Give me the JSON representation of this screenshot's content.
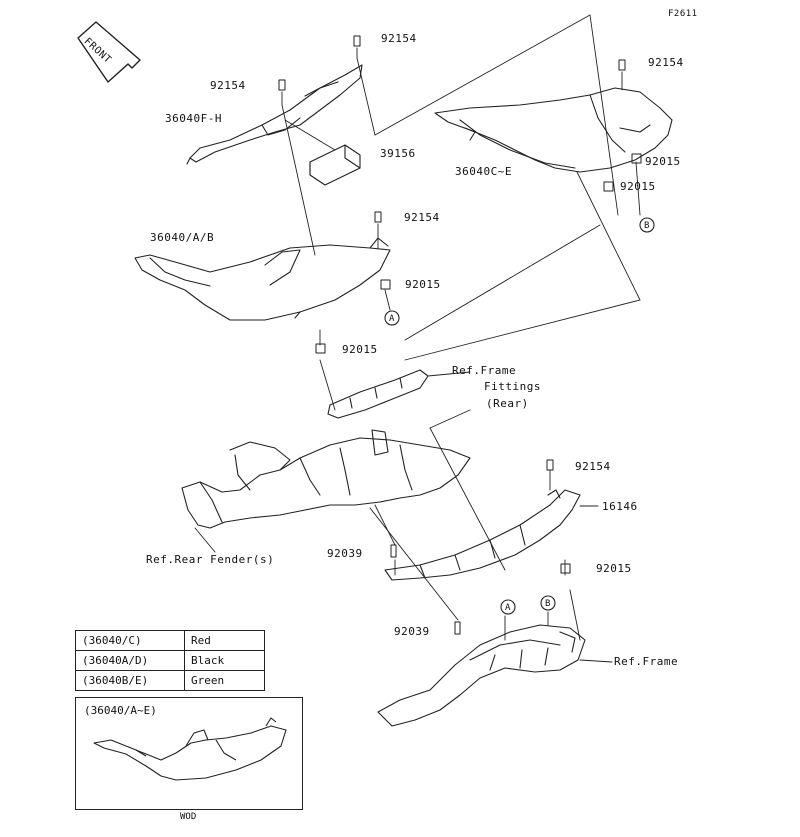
{
  "figure_code": "F2611",
  "front_tag": "FRONT",
  "labels": {
    "p92154_top": "92154",
    "p92154_left": "92154",
    "p36040fh": "36040F-H",
    "p39156": "39156",
    "p92154_right": "92154",
    "p36040ce": "36040C~E",
    "p92015_r1": "92015",
    "p92015_r2": "92015",
    "p92154_mid": "92154",
    "p36040ab": "36040/A/B",
    "p92015_mid": "92015",
    "p92015_low": "92015",
    "ref_frame_1": "Ref.Frame",
    "fittings": "Fittings",
    "rear": "(Rear)",
    "p92154_low": "92154",
    "p16146": "16146",
    "ref_rear_fender": "Ref.Rear Fender(s)",
    "p92039_a": "92039",
    "p92015_bottom": "92015",
    "p92039_b": "92039",
    "ref_frame_2": "Ref.Frame",
    "marker_a1": "A",
    "marker_b1": "B",
    "marker_a2": "A",
    "marker_b2": "B"
  },
  "legend": [
    {
      "code": "(36040/C)",
      "color": "Red"
    },
    {
      "code": "(36040A/D)",
      "color": "Black"
    },
    {
      "code": "(36040B/E)",
      "color": "Green"
    }
  ],
  "variant": {
    "label": "(36040/A~E)",
    "caption": "WOD"
  }
}
